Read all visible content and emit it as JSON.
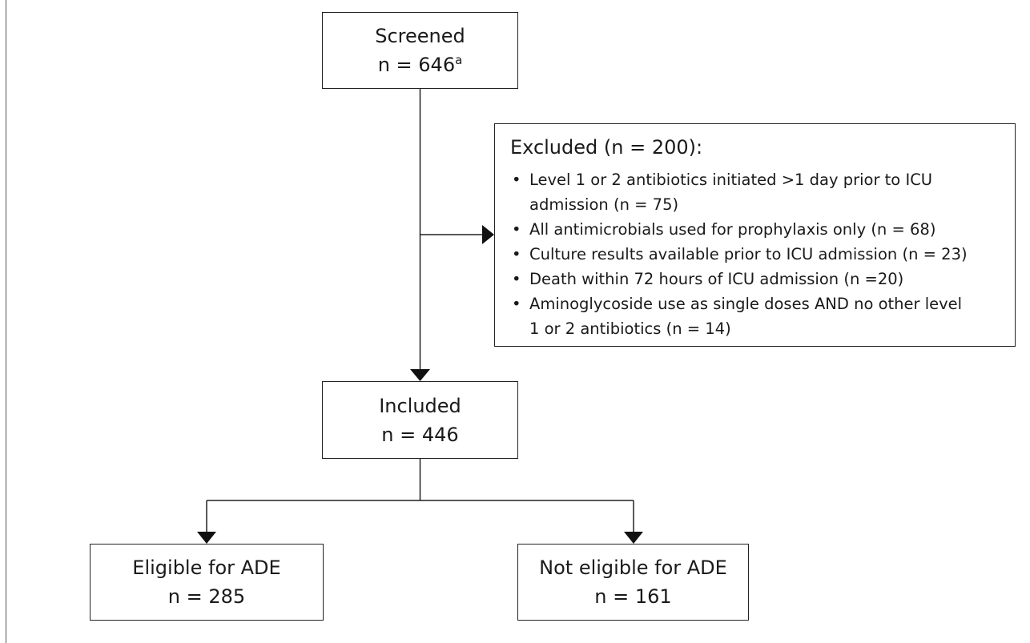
{
  "flowchart": {
    "screened": {
      "label": "Screened",
      "count": "n = 646",
      "footnote": "a"
    },
    "excluded": {
      "title": "Excluded (n = 200):",
      "items": [
        "Level 1 or 2 antibiotics initiated >1 day prior to ICU admission (n = 75)",
        "All antimicrobials used for prophylaxis only (n = 68)",
        "Culture results available prior to ICU admission (n = 23)",
        "Death within 72 hours of ICU admission (n =20)",
        "Aminoglycoside use as single doses AND no other level 1 or 2 antibiotics (n = 14)"
      ],
      "item_lines": [
        [
          "Level 1 or 2 antibiotics initiated >1 day prior to ICU",
          "admission (n = 75)"
        ],
        [
          "All antimicrobials used for prophylaxis only (n = 68)"
        ],
        [
          "Culture results available prior to ICU admission (n = 23)"
        ],
        [
          "Death within 72 hours of ICU admission (n =20)"
        ],
        [
          "Aminoglycoside use as single doses AND no other level",
          "1 or 2 antibiotics (n = 14)"
        ]
      ]
    },
    "included": {
      "label": "Included",
      "count": "n = 446"
    },
    "eligible": {
      "label": "Eligible for ADE",
      "count": "n = 285"
    },
    "not_eligible": {
      "label": "Not eligible for ADE",
      "count": "n = 161"
    }
  },
  "colors": {
    "line": "#222222",
    "text": "#1a1a1a",
    "background": "#ffffff"
  }
}
